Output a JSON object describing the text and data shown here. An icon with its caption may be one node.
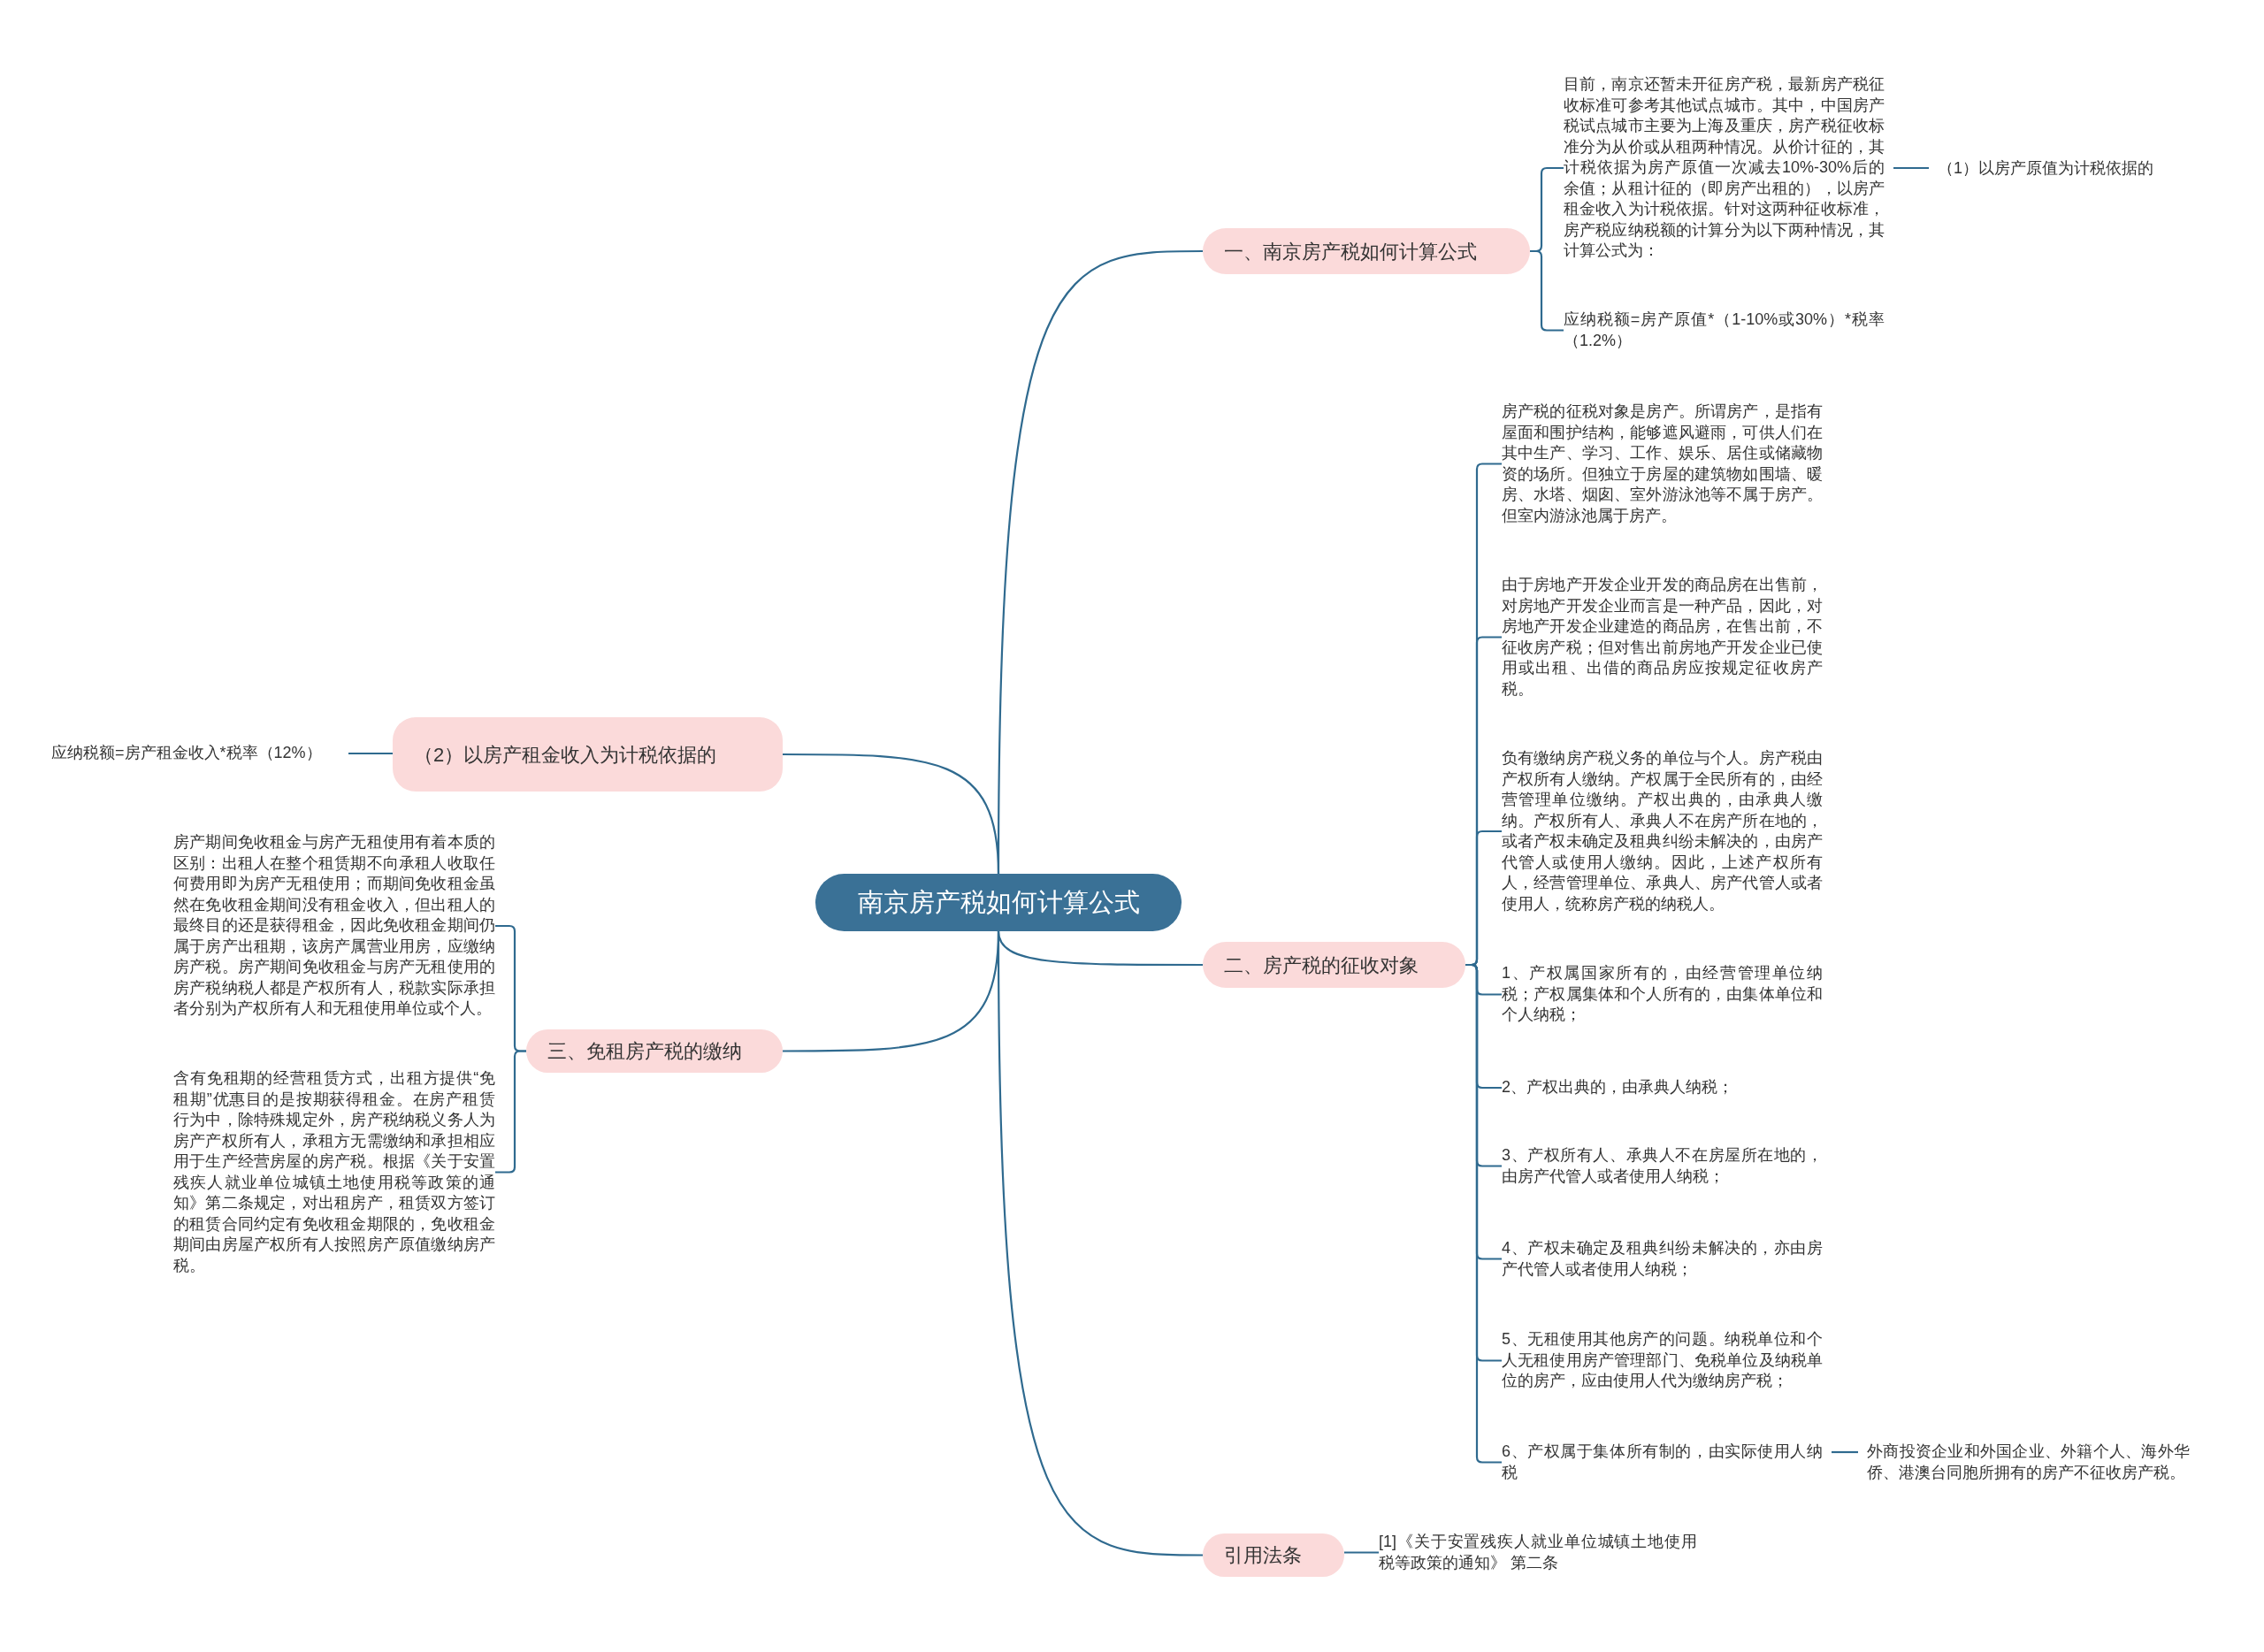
{
  "diagram": {
    "nodes": [
      {
        "text": [
          "南京房产税如何计算公式"
        ]
      },
      {
        "text": [
          "一、南京房产税如何计算公式"
        ]
      },
      {
        "text": [
          "目前，南京还暂未开征房产税，最新房产税征收标准可参考其他试点城市。其中，中国房产税试点城市主要为上海及重庆，房产税征收标准分为从价或从租两种情况。从价计征的，其计税依据为房产原值一次减去10%-30%后的余值；从租计征的（即房产出租的），以房产租金收入为计税依据。针对这两种征收标准，房产税应纳税额的计算分为以下两种情况，其计算公式为："
        ]
      },
      {
        "text": [
          "（1）以房产原值为计税依据的"
        ]
      },
      {
        "text": [
          "应纳税额=房产原值*（1-10%或30%）*税率（1.2%）"
        ]
      },
      {
        "text": [
          "（2）以房产租金收入为计税依据的"
        ]
      },
      {
        "text": [
          "应纳税额=房产租金收入*税率（12%）"
        ]
      },
      {
        "text": [
          "三、免租房产税的缴纳"
        ]
      },
      {
        "text": [
          "房产期间免收租金与房产无租使用有着本质的区别：出租人在整个租赁期不向承租人收取任何费用即为房产无租使用；而期间免收租金虽然在免收租金期间没有租金收入，但出租人的最终目的还是获得租金，因此免收租金期间仍属于房产出租期，该房产属营业用房，应缴纳房产税。房产期间免收租金与房产无租使用的房产税纳税人都是产权所有人，税款实际承担者分别为产权所有人和无租使用单位或个人。"
        ]
      },
      {
        "text": [
          "含有免租期的经营租赁方式，出租方提供“免租期”优惠目的是按期获得租金。在房产租赁行为中，除特殊规定外，房产税纳税义务人为房产产权所有人，承租方无需缴纳和承担相应用于生产经营房屋的房产税。根据《关于安置残疾人就业单位城镇土地使用税等政策的通知》第二条规定，对出租房产，租赁双方签订的租赁合同约定有免收租金期限的，免收租金期间由房屋产权所有人按照房产原值缴纳房产税。"
        ]
      },
      {
        "text": [
          "二、房产税的征收对象"
        ]
      },
      {
        "text": [
          "房产税的征税对象是房产。所谓房产，是指有屋面和围护结构，能够遮风避雨，可供人们在其中生产、学习、工作、娱乐、居住或储藏物资的场所。但独立于房屋的建筑物如围墙、暖房、水塔、烟囱、室外游泳池等不属于房产。但室内游泳池属于房产。"
        ]
      },
      {
        "text": [
          "由于房地产开发企业开发的商品房在出售前，对房地产开发企业而言是一种产品，因此，对房地产开发企业建造的商品房，在售出前，不征收房产税；但对售出前房地产开发企业已使用或出租、出借的商品房应按规定征收房产税。"
        ]
      },
      {
        "text": [
          "负有缴纳房产税义务的单位与个人。房产税由产权所有人缴纳。产权属于全民所有的，由经营管理单位缴纳。产权出典的，由承典人缴纳。产权所有人、承典人不在房产所在地的，或者产权未确定及租典纠纷未解决的，由房产代管人或使用人缴纳。因此，上述产权所有人，经营管理单位、承典人、房产代管人或者使用人，统称房产税的纳税人。"
        ]
      },
      {
        "text": [
          "1、产权属国家所有的，由经营管理单位纳税；产权属集体和个人所有的，由集体单位和个人纳税；"
        ]
      },
      {
        "text": [
          "2、产权出典的，由承典人纳税；"
        ]
      },
      {
        "text": [
          "3、产权所有人、承典人不在房屋所在地的，由房产代管人或者使用人纳税；"
        ]
      },
      {
        "text": [
          "4、产权未确定及租典纠纷未解决的，亦由房产代管人或者使用人纳税；"
        ]
      },
      {
        "text": [
          "5、无租使用其他房产的问题。纳税单位和个人无租使用房产管理部门、免税单位及纳税单位的房产，应由使用人代为缴纳房产税；"
        ]
      },
      {
        "text": [
          "6、产权属于集体所有制的，由实际使用人纳税"
        ]
      },
      {
        "text": [
          "外商投资企业和外国企业、外籍个人、海外华侨、港澳台同胞所拥有的房产不征收房产税。"
        ]
      },
      {
        "text": [
          "引用法条"
        ]
      },
      {
        "text": [
          "[1]《关于安置残疾人就业单位城镇土地使用税等政策的通知》 第二条"
        ]
      }
    ],
    "edges": [
      {
        "from": 0,
        "to": 1,
        "arrow": "none"
      },
      {
        "from": 1,
        "to": 2,
        "arrow": "none"
      },
      {
        "from": 2,
        "to": 3,
        "arrow": "none"
      },
      {
        "from": 1,
        "to": 4,
        "arrow": "none"
      },
      {
        "from": 0,
        "to": 5,
        "arrow": "none"
      },
      {
        "from": 5,
        "to": 6,
        "arrow": "none"
      },
      {
        "from": 0,
        "to": 7,
        "arrow": "none"
      },
      {
        "from": 7,
        "to": 8,
        "arrow": "none"
      },
      {
        "from": 7,
        "to": 9,
        "arrow": "none"
      },
      {
        "from": 0,
        "to": 10,
        "arrow": "none"
      },
      {
        "from": 10,
        "to": 11,
        "arrow": "none"
      },
      {
        "from": 10,
        "to": 12,
        "arrow": "none"
      },
      {
        "from": 10,
        "to": 13,
        "arrow": "none"
      },
      {
        "from": 10,
        "to": 14,
        "arrow": "none"
      },
      {
        "from": 10,
        "to": 15,
        "arrow": "none"
      },
      {
        "from": 10,
        "to": 16,
        "arrow": "none"
      },
      {
        "from": 10,
        "to": 17,
        "arrow": "none"
      },
      {
        "from": 10,
        "to": 18,
        "arrow": "none"
      },
      {
        "from": 10,
        "to": 19,
        "arrow": "none"
      },
      {
        "from": 19,
        "to": 20,
        "arrow": "none"
      },
      {
        "from": 0,
        "to": 21,
        "arrow": "none"
      },
      {
        "from": 21,
        "to": 22,
        "arrow": "none"
      }
    ]
  }
}
